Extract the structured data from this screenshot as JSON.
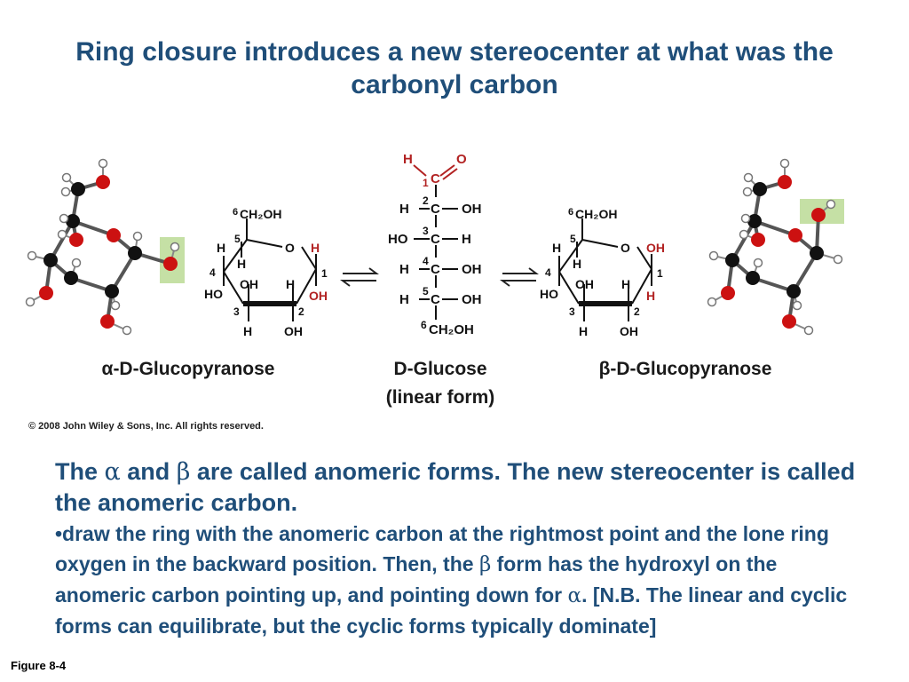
{
  "slide": {
    "title": "Ring closure introduces a new stereocenter at what was the carbonyl carbon",
    "figure_label": "Figure 8-4"
  },
  "figure": {
    "copyright": "© 2008 John Wiley & Sons, Inc. All rights reserved.",
    "alpha": {
      "name": "α-D-Glucopyranose",
      "labels": {
        "ch2oh": "CH₂OH",
        "six": "6",
        "five": "5",
        "four": "4",
        "three": "3",
        "two": "2",
        "one": "1",
        "ring_o": "O",
        "h_c5": "H",
        "h_c4": "H",
        "oh_c4": "HO",
        "oh_c3": "OH",
        "h_c3": "H",
        "h_c2": "H",
        "h_c1_top": "H",
        "oh_c1": "OH",
        "h_bot3": "H",
        "oh_bot2": "OH"
      }
    },
    "linear": {
      "name": "D-Glucose",
      "subname": "(linear form)",
      "labels": {
        "h_ald": "H",
        "o_ald": "O",
        "c1": "C",
        "n1": "1",
        "r2l": "H",
        "r2c": "C",
        "r2r": "OH",
        "n2": "2",
        "r3l": "HO",
        "r3c": "C",
        "r3r": "H",
        "n3": "3",
        "r4l": "H",
        "r4c": "C",
        "r4r": "OH",
        "n4": "4",
        "r5l": "H",
        "r5c": "C",
        "r5r": "OH",
        "n5": "5",
        "r6": "CH₂OH",
        "n6": "6"
      }
    },
    "beta": {
      "name": "β-D-Glucopyranose",
      "labels": {
        "ch2oh": "CH₂OH",
        "six": "6",
        "five": "5",
        "four": "4",
        "three": "3",
        "two": "2",
        "one": "1",
        "ring_o": "O",
        "h_c5": "H",
        "h_c4": "H",
        "oh_c4": "HO",
        "oh_c3": "OH",
        "h_c3": "H",
        "h_c2": "H",
        "oh_c1_top": "OH",
        "h_c1": "H",
        "h_bot3": "H",
        "oh_bot2": "OH"
      }
    }
  },
  "body": {
    "lead_1": "The ",
    "alpha_sym": "α",
    "lead_2": " and ",
    "beta_sym": "β",
    "lead_3": " are called anomeric forms. The new stereocenter is called the anomeric carbon.",
    "para_1": "•draw the ring with the anomeric carbon at the rightmost point and the lone ring oxygen in the backward position.  Then, the ",
    "para_beta": "β",
    "para_2": " form has the hydroxyl on the anomeric carbon pointing up, and pointing down for ",
    "para_alpha": "α",
    "para_3": ".  [N.B.  The linear and cyclic forms can equilibrate, but the cyclic forms typically dominate]"
  },
  "colors": {
    "title_blue": "#1f4e79",
    "heteroatom_red": "#b22222",
    "atom_red": "#cc1111",
    "highlight_green": "#c5e0a5"
  }
}
